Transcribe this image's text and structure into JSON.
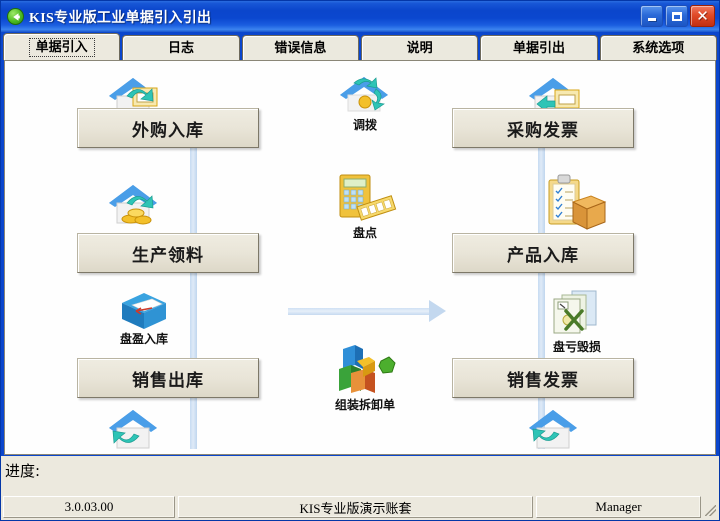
{
  "window": {
    "title": "KIS专业版工业单据引入引出",
    "icon": "back-arrow-circle-icon",
    "buttons": {
      "minimize": "–",
      "maximize": "□",
      "close": "✕"
    }
  },
  "tabs": [
    {
      "label": "单据引入",
      "active": true
    },
    {
      "label": "日志",
      "active": false
    },
    {
      "label": "错误信息",
      "active": false
    },
    {
      "label": "说明",
      "active": false
    },
    {
      "label": "单据引出",
      "active": false
    },
    {
      "label": "系统选项",
      "active": false
    }
  ],
  "flow": {
    "buttons": [
      {
        "label": "外购入库",
        "icon": "warehouse-in-icon"
      },
      {
        "label": "生产领料",
        "icon": "warehouse-coins-icon"
      },
      {
        "label": "销售出库",
        "icon": "warehouse-out-icon"
      },
      {
        "label": "采购发票",
        "icon": "warehouse-invoice-icon"
      },
      {
        "label": "产品入库",
        "icon": "clipboard-box-icon"
      },
      {
        "label": "销售发票",
        "icon": "invoice-docs-icon"
      }
    ],
    "nodes": [
      {
        "label": "调拨",
        "icon": "transfer-house-icon"
      },
      {
        "label": "盘点",
        "icon": "calculator-icon"
      },
      {
        "label": "盘盈入库",
        "icon": "open-box-in-icon"
      },
      {
        "label": "盘亏毁损",
        "icon": "damaged-doc-icon"
      },
      {
        "label": "组装拆卸单",
        "icon": "blocks-assembly-icon"
      }
    ]
  },
  "progress": {
    "label": "进度:",
    "value": ""
  },
  "statusbar": {
    "version": "3.0.03.00",
    "account_set": "KIS专业版演示账套",
    "user": "Manager"
  },
  "colors": {
    "title_bar": "#0b46cc",
    "tab_face": "#ebe9de",
    "button_face": "#e9e5d8",
    "flow_line": "#cfe0f4",
    "close_button": "#e04a28"
  }
}
